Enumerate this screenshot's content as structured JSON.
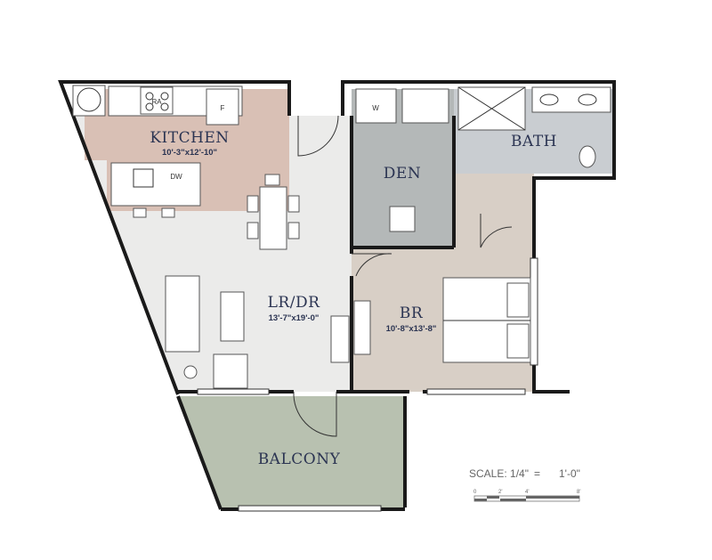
{
  "colors": {
    "kitchen": "#d9c0b5",
    "living": "#ebebea",
    "den": "#b4b8b8",
    "bath": "#c9cdd1",
    "bedroom": "#d8cfc6",
    "balcony": "#b8c1b0",
    "label": "#2b3452"
  },
  "rooms": {
    "kitchen": {
      "name": "KITCHEN",
      "dims": "10'-3\"x12'-10\""
    },
    "living": {
      "name": "LR/DR",
      "dims": "13'-7\"x19'-0\""
    },
    "den": {
      "name": "DEN"
    },
    "bath": {
      "name": "BATH"
    },
    "bedroom": {
      "name": "BR",
      "dims": "10'-8\"x13'-8\""
    },
    "balcony": {
      "name": "BALCONY"
    }
  },
  "appliances": {
    "range": "RA",
    "fridge": "F",
    "dishwasher": "DW",
    "washer": "W"
  },
  "scale": {
    "label": "SCALE: 1/4\"",
    "equals": "=",
    "value": "1'-0\"",
    "ticks": [
      "0",
      "2'",
      "4'",
      "8'"
    ]
  }
}
